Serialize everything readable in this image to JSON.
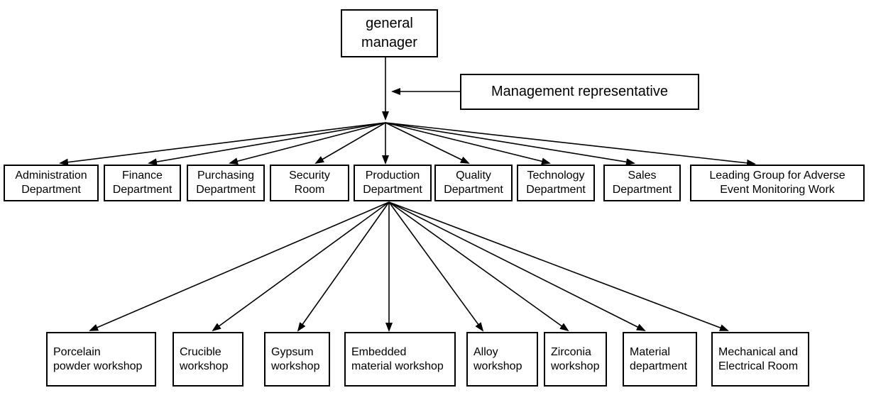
{
  "diagram_type": "organization-chart",
  "colors": {
    "background": "#ffffff",
    "box_fill": "#ffffff",
    "box_border": "#000000",
    "line": "#000000",
    "text": "#000000"
  },
  "nodes": [
    {
      "id": "general-manager",
      "label": "general\nmanager",
      "level": 1,
      "parent": null
    },
    {
      "id": "management-representative",
      "label": "Management representative",
      "level": 1,
      "parent": null,
      "connects_to": "general-manager"
    },
    {
      "id": "administration-department",
      "label": "Administration\nDepartment",
      "level": 2,
      "parent": "general-manager"
    },
    {
      "id": "finance-department",
      "label": "Finance\nDepartment",
      "level": 2,
      "parent": "general-manager"
    },
    {
      "id": "purchasing-department",
      "label": "Purchasing\nDepartment",
      "level": 2,
      "parent": "general-manager"
    },
    {
      "id": "security-room",
      "label": "Security\nRoom",
      "level": 2,
      "parent": "general-manager"
    },
    {
      "id": "production-department",
      "label": "Production\nDepartment",
      "level": 2,
      "parent": "general-manager"
    },
    {
      "id": "quality-department",
      "label": "Quality\nDepartment",
      "level": 2,
      "parent": "general-manager"
    },
    {
      "id": "technology-department",
      "label": "Technology\nDepartment",
      "level": 2,
      "parent": "general-manager"
    },
    {
      "id": "sales-department",
      "label": "Sales\nDepartment",
      "level": 2,
      "parent": "general-manager"
    },
    {
      "id": "adverse-event-group",
      "label": "Leading Group for Adverse\nEvent Monitoring Work",
      "level": 2,
      "parent": "general-manager"
    },
    {
      "id": "porcelain-powder-workshop",
      "label": "Porcelain\npowder workshop",
      "level": 3,
      "parent": "production-department"
    },
    {
      "id": "crucible-workshop",
      "label": "Crucible\nworkshop",
      "level": 3,
      "parent": "production-department"
    },
    {
      "id": "gypsum-workshop",
      "label": "Gypsum\nworkshop",
      "level": 3,
      "parent": "production-department"
    },
    {
      "id": "embedded-material-workshop",
      "label": "Embedded\nmaterial workshop",
      "level": 3,
      "parent": "production-department"
    },
    {
      "id": "alloy-workshop",
      "label": "Alloy\nworkshop",
      "level": 3,
      "parent": "production-department"
    },
    {
      "id": "zirconia-workshop",
      "label": "Zirconia\nworkshop",
      "level": 3,
      "parent": "production-department"
    },
    {
      "id": "material-department",
      "label": "Material\ndepartment",
      "level": 3,
      "parent": "production-department"
    },
    {
      "id": "mechanical-electrical-room",
      "label": "Mechanical and\nElectrical Room",
      "level": 3,
      "parent": "production-department"
    }
  ]
}
